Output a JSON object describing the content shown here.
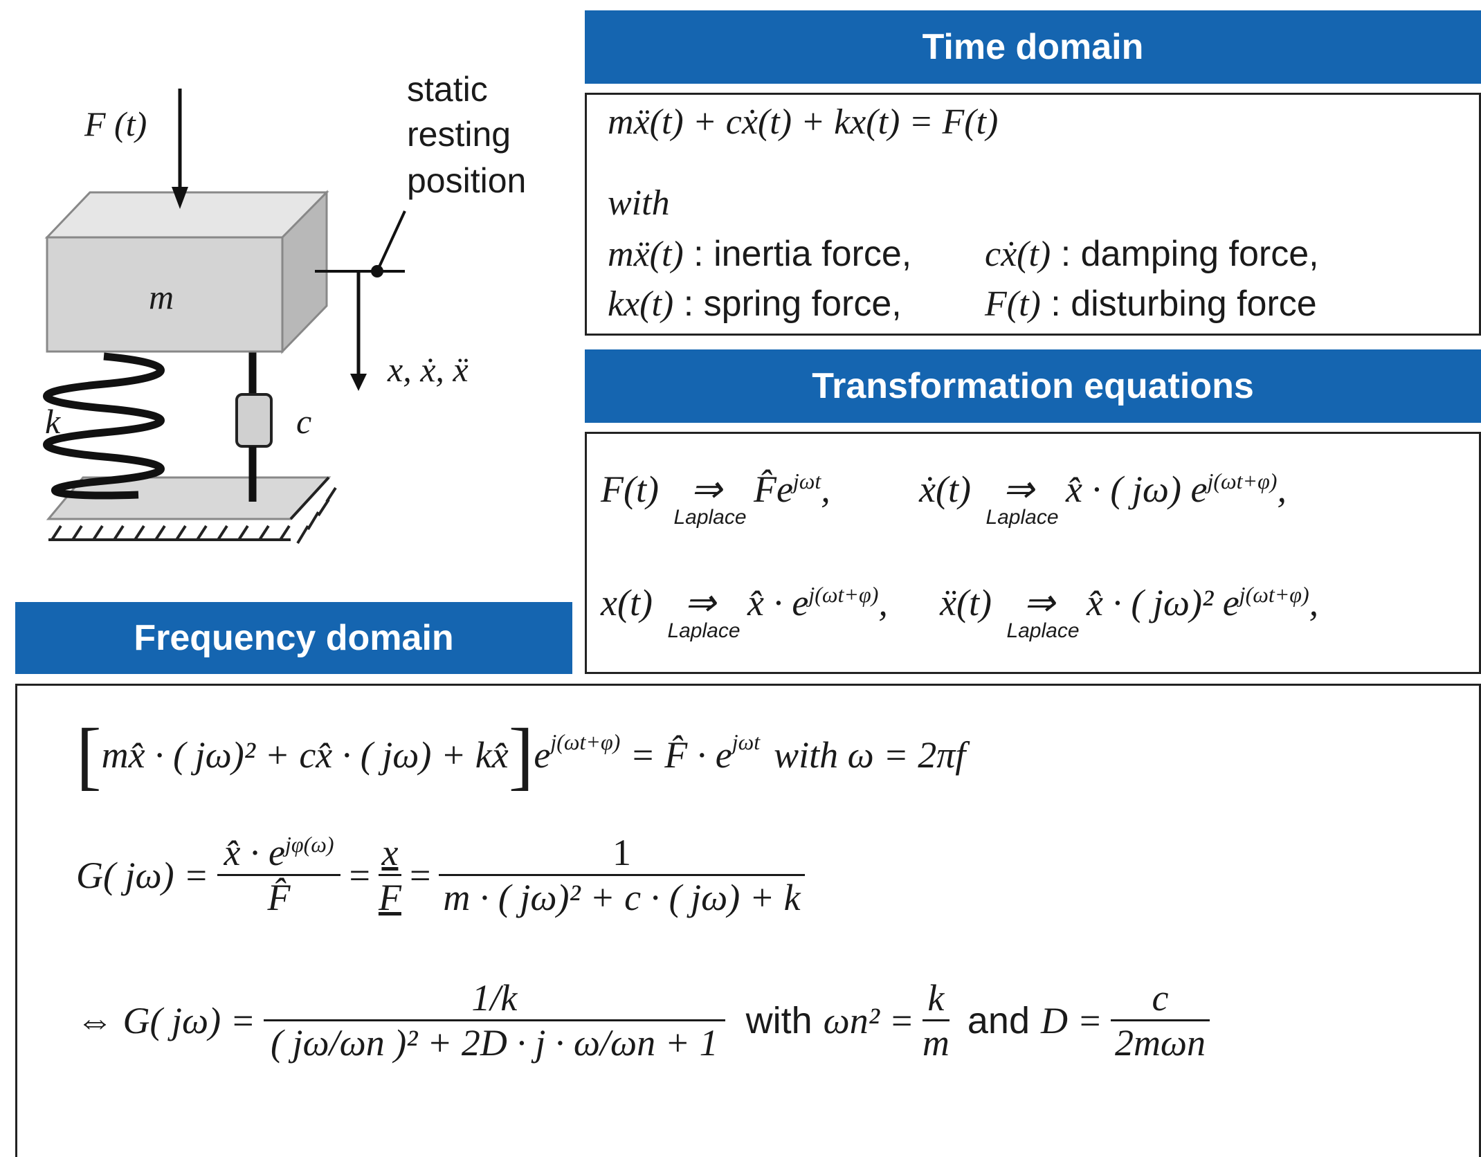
{
  "diagram": {
    "force_label": "F (t)",
    "static_label": [
      "static",
      "resting",
      "position"
    ],
    "mass_label": "m",
    "spring_label": "k",
    "damper_label": "c",
    "displacement_label": "x, ẋ, ẍ"
  },
  "time_domain": {
    "header": "Time domain",
    "equation": "mẍ(t) + cẋ(t) + kx(t) = F(t)",
    "with": "with",
    "terms": [
      {
        "symbol": "mẍ(t)",
        "desc": ": inertia force,"
      },
      {
        "symbol": "cẋ(t)",
        "desc": ": damping force,"
      },
      {
        "symbol": "kx(t)",
        "desc": ": spring force,"
      },
      {
        "symbol": "F(t)",
        "desc": ": disturbing force"
      }
    ]
  },
  "transformation": {
    "header": "Transformation equations",
    "arrow": "⇒",
    "laplace": "Laplace",
    "items": [
      {
        "lhs": "F(t)",
        "rhs": "F̂e",
        "exp": "jωt",
        "tail": ","
      },
      {
        "lhs": "ẋ(t)",
        "rhs": "x̂ · ( jω) e",
        "exp": "j(ωt+φ)",
        "tail": ","
      },
      {
        "lhs": "x(t)",
        "rhs": "x̂ · e",
        "exp": "j(ωt+φ)",
        "tail": ","
      },
      {
        "lhs": "ẍ(t)",
        "rhs": "x̂ · ( jω)² e",
        "exp": "j(ωt+φ)",
        "tail": ","
      }
    ]
  },
  "frequency_domain": {
    "header": "Frequency domain",
    "eq1": {
      "bracket": "mx̂ · ( jω)² + cx̂ · ( jω) + kx̂",
      "exp": "j(ωt+φ)",
      "rhs": "= F̂ · e",
      "rhs_exp": "jωt",
      "with": "with ω = 2πf"
    },
    "eq2": {
      "lhs": "G( jω) =",
      "f1_num": "x̂ · e",
      "f1_num_exp": "jφ(ω)",
      "f1_den": "F̂",
      "f2_num": "x",
      "f2_den": "F",
      "f3_num": "1",
      "f3_den": "m · ( jω)² + c · ( jω) + k"
    },
    "eq3": {
      "lhs": "⇔ G( jω) =",
      "num": "1/k",
      "den": "( jω/ωn )² + 2D · j · ω/ωn + 1",
      "with": "with",
      "omega_n2": "ωn² =",
      "k": "k",
      "m": "m",
      "and": "and",
      "D": "D =",
      "c": "c",
      "den2": "2mωn"
    }
  }
}
